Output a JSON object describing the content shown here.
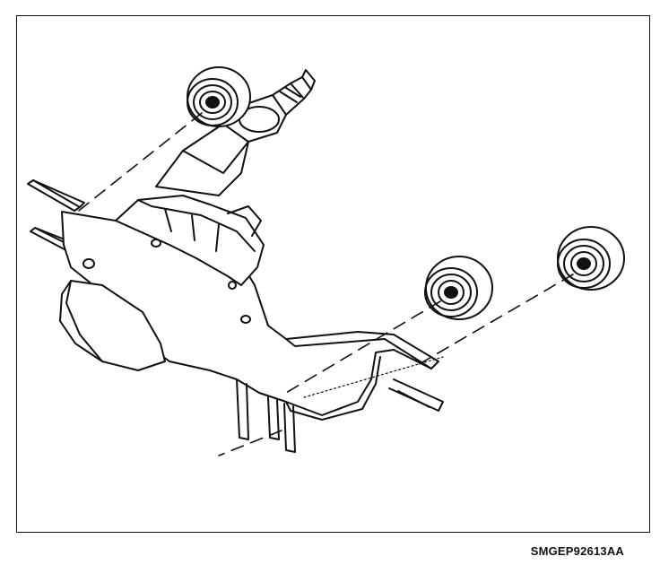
{
  "figure": {
    "code": "SMGEP92613AA"
  },
  "components": [
    "wiper-motor",
    "mounting-bracket",
    "rubber-grommet-upper",
    "rubber-grommet-middle",
    "rubber-grommet-right"
  ],
  "colors": {
    "line": "#111111",
    "background": "#ffffff"
  }
}
